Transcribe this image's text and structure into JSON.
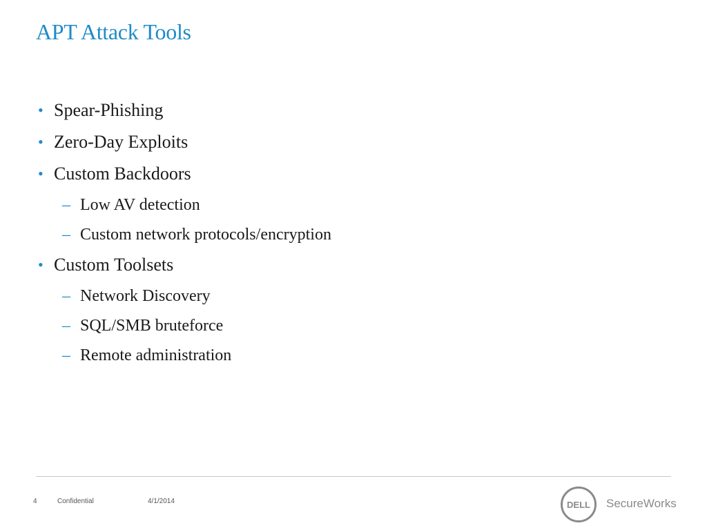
{
  "slide": {
    "title": "APT Attack Tools",
    "bullets": [
      "Spear-Phishing",
      "Zero-Day Exploits",
      "Custom Backdoors",
      "Low AV detection",
      "Custom network protocols/encryption",
      "Custom Toolsets",
      "Network Discovery",
      "SQL/SMB bruteforce",
      "Remote administration"
    ]
  },
  "footer": {
    "page_number": "4",
    "classification": "Confidential",
    "date": "4/1/2014",
    "logo_text": "DELL",
    "brand": "SecureWorks"
  },
  "colors": {
    "accent": "#1f8bc9",
    "text": "#1a1a1a",
    "footer_rule": "#c6c6c6",
    "logo_gray": "#8a8a8a"
  },
  "icons": {
    "bullet": "bullet-dot-icon",
    "sub_bullet": "dash-icon",
    "logo": "dell-logo-icon"
  }
}
